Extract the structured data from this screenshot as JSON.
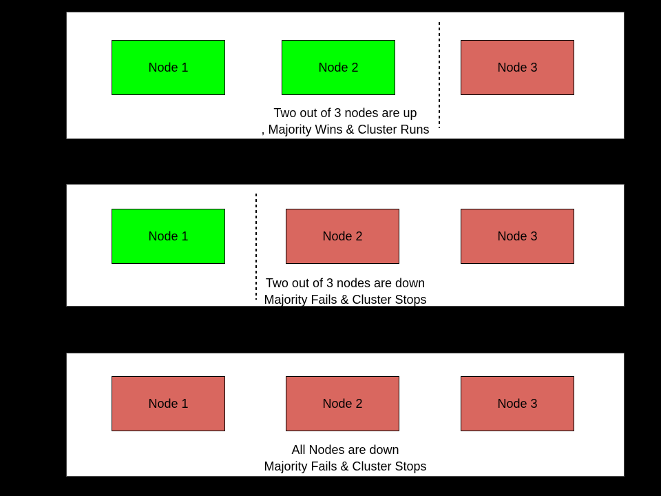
{
  "colors": {
    "background": "#000000",
    "panel_background": "#ffffff",
    "node_up": "#00ff00",
    "node_down": "#d9675f",
    "node_border": "#000000",
    "text": "#000000"
  },
  "panels": [
    {
      "name": "two-nodes-up-majority-wins",
      "nodes": [
        {
          "label": "Node 1",
          "status": "up"
        },
        {
          "label": "Node 2",
          "status": "up"
        },
        {
          "label": "Node 3",
          "status": "down"
        }
      ],
      "caption": {
        "line1": "Two out of 3 nodes are up",
        "line2": ", Majority Wins & Cluster Runs"
      }
    },
    {
      "name": "two-nodes-down-majority-fails",
      "nodes": [
        {
          "label": "Node 1",
          "status": "up"
        },
        {
          "label": "Node 2",
          "status": "down"
        },
        {
          "label": "Node 3",
          "status": "down"
        }
      ],
      "caption": {
        "line1": "Two out of 3 nodes are down",
        "line2": "Majority Fails & Cluster Stops"
      }
    },
    {
      "name": "all-nodes-down-majority-fails",
      "nodes": [
        {
          "label": "Node 1",
          "status": "down"
        },
        {
          "label": "Node 2",
          "status": "down"
        },
        {
          "label": "Node 3",
          "status": "down"
        }
      ],
      "caption": {
        "line1": "All Nodes are down",
        "line2": "Majority Fails & Cluster Stops"
      }
    }
  ]
}
